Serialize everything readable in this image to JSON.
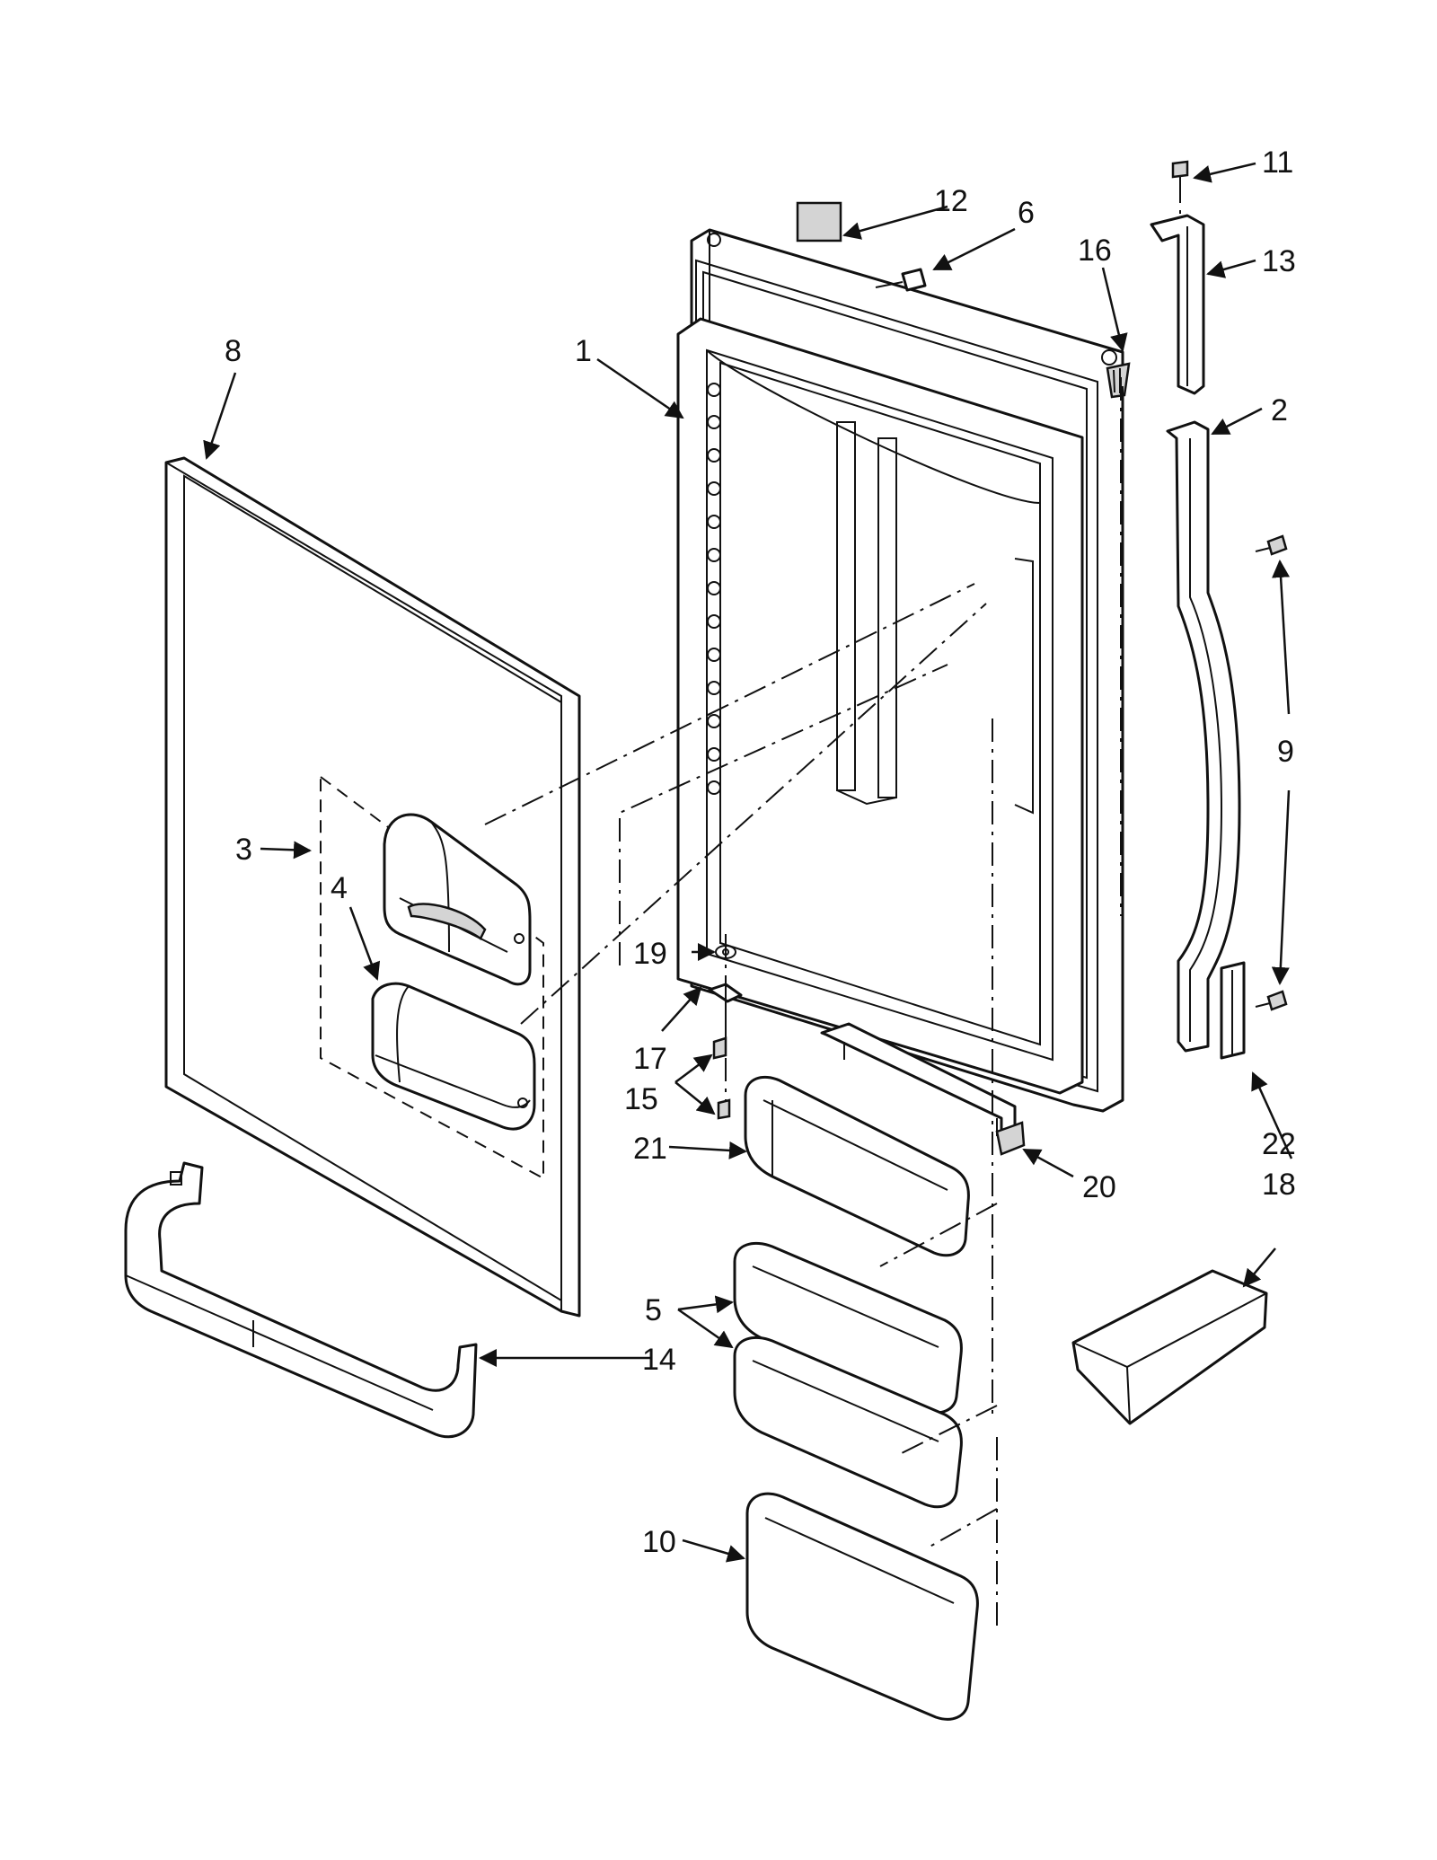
{
  "callouts": [
    {
      "id": "1",
      "text": "1"
    },
    {
      "id": "2",
      "text": "2"
    },
    {
      "id": "3",
      "text": "3"
    },
    {
      "id": "4",
      "text": "4"
    },
    {
      "id": "5",
      "text": "5"
    },
    {
      "id": "6",
      "text": "6"
    },
    {
      "id": "8",
      "text": "8"
    },
    {
      "id": "9",
      "text": "9"
    },
    {
      "id": "10",
      "text": "10"
    },
    {
      "id": "11",
      "text": "11"
    },
    {
      "id": "12",
      "text": "12"
    },
    {
      "id": "13",
      "text": "13"
    },
    {
      "id": "14",
      "text": "14"
    },
    {
      "id": "15",
      "text": "15"
    },
    {
      "id": "16",
      "text": "16"
    },
    {
      "id": "17",
      "text": "17"
    },
    {
      "id": "18",
      "text": "18"
    },
    {
      "id": "19",
      "text": "19"
    },
    {
      "id": "20",
      "text": "20"
    },
    {
      "id": "21",
      "text": "21"
    },
    {
      "id": "22",
      "text": "22"
    }
  ]
}
